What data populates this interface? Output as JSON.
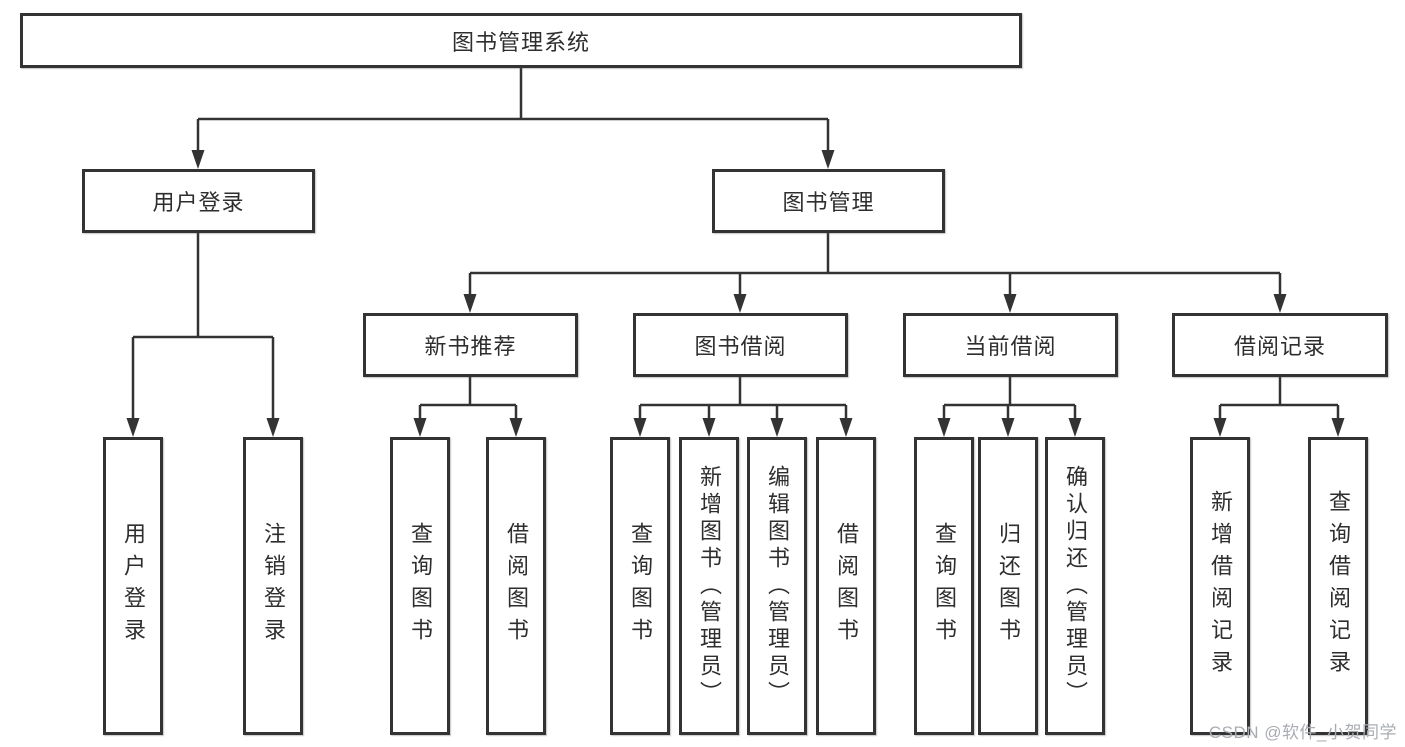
{
  "tree": {
    "root": {
      "label": "图书管理系统"
    },
    "level2": [
      {
        "label": "用户登录"
      },
      {
        "label": "图书管理"
      }
    ],
    "level3": [
      {
        "label": "新书推荐"
      },
      {
        "label": "图书借阅"
      },
      {
        "label": "当前借阅"
      },
      {
        "label": "借阅记录"
      }
    ],
    "leaves": [
      {
        "label": "用户登录",
        "parent": "用户登录"
      },
      {
        "label": "注销登录",
        "parent": "用户登录"
      },
      {
        "label": "查询图书",
        "parent": "新书推荐"
      },
      {
        "label": "借阅图书",
        "parent": "新书推荐"
      },
      {
        "label": "查询图书",
        "parent": "图书借阅"
      },
      {
        "label": "新增图书（管理员）",
        "parent": "图书借阅"
      },
      {
        "label": "编辑图书（管理员）",
        "parent": "图书借阅"
      },
      {
        "label": "借阅图书",
        "parent": "图书借阅"
      },
      {
        "label": "查询图书",
        "parent": "当前借阅"
      },
      {
        "label": "归还图书",
        "parent": "当前借阅"
      },
      {
        "label": "确认归还（管理员）",
        "parent": "当前借阅"
      },
      {
        "label": "新增借阅记录",
        "parent": "借阅记录"
      },
      {
        "label": "查询借阅记录",
        "parent": "借阅记录"
      }
    ]
  },
  "watermark": "CSDN @软件_小贺同学",
  "colors": {
    "line": "#333333",
    "border": "#333333",
    "text": "#2e2e2e",
    "watermark": "#a9adb3",
    "background": "#ffffff"
  }
}
